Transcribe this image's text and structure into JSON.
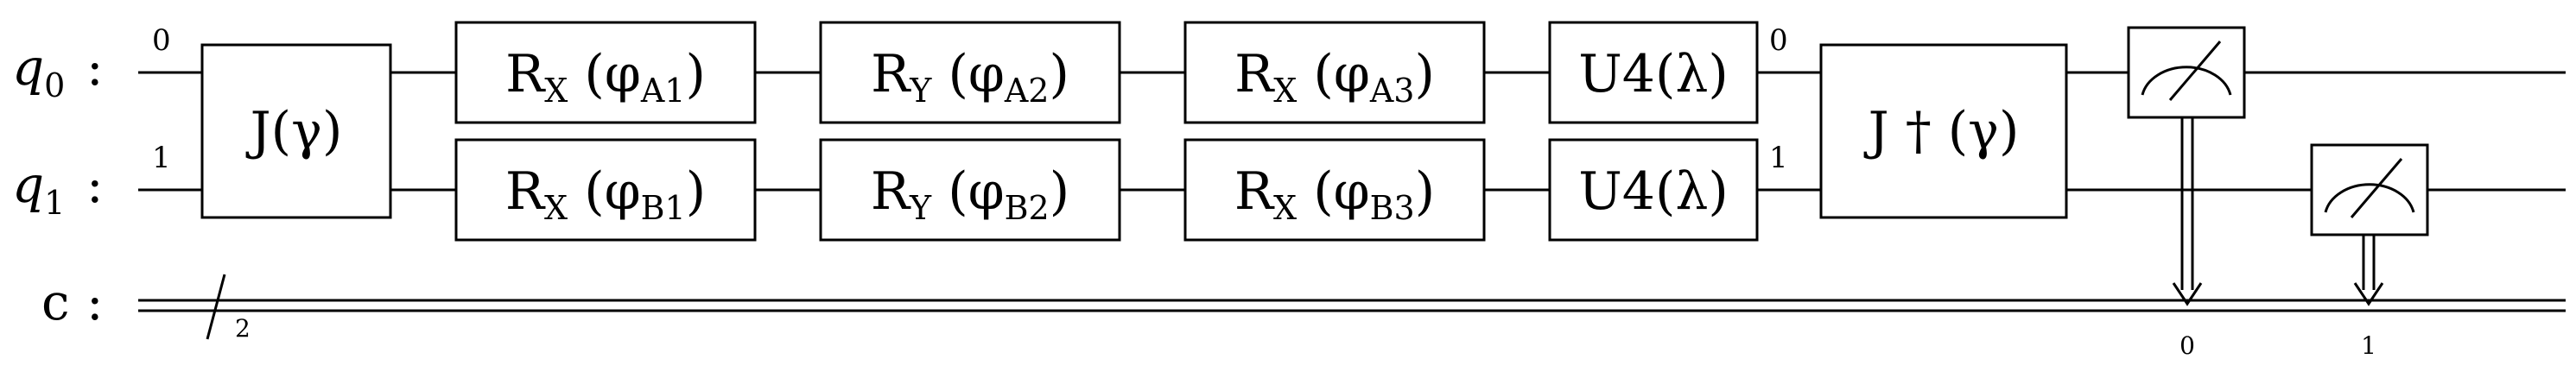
{
  "diagram": {
    "type": "quantum-circuit",
    "qubits": [
      {
        "name": "q",
        "index": "0"
      },
      {
        "name": "q",
        "index": "1"
      }
    ],
    "classical": {
      "name": "c",
      "width": "2"
    },
    "colon": ":",
    "wire_labels": {
      "q0_in": "0",
      "q1_in": "1",
      "q0_out": "0",
      "q1_out": "1"
    },
    "entangler": {
      "text": "J(γ)"
    },
    "disentangler": {
      "text": "J † (γ)"
    },
    "gates": {
      "a1": {
        "base": "R",
        "sub": "X",
        "arg": "(φ",
        "arg_sub": "A1",
        "close": ")"
      },
      "a2": {
        "base": "R",
        "sub": "Y",
        "arg": "(φ",
        "arg_sub": "A2",
        "close": ")"
      },
      "a3": {
        "base": "R",
        "sub": "X",
        "arg": "(φ",
        "arg_sub": "A3",
        "close": ")"
      },
      "u_a": {
        "text": "U4(λ)"
      },
      "b1": {
        "base": "R",
        "sub": "X",
        "arg": "(φ",
        "arg_sub": "B1",
        "close": ")"
      },
      "b2": {
        "base": "R",
        "sub": "Y",
        "arg": "(φ",
        "arg_sub": "B2",
        "close": ")"
      },
      "b3": {
        "base": "R",
        "sub": "X",
        "arg": "(φ",
        "arg_sub": "B3",
        "close": ")"
      },
      "u_b": {
        "text": "U4(λ)"
      }
    },
    "measure_bits": [
      "0",
      "1"
    ]
  }
}
